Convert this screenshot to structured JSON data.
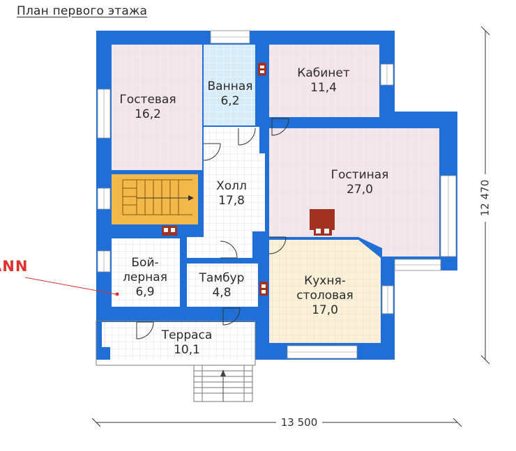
{
  "title": "План первого этажа",
  "brand": "ANN",
  "rooms": {
    "gostevaya": {
      "name": "Гостевая",
      "area": "16,2"
    },
    "vannaya": {
      "name": "Ванная",
      "area": "6,2"
    },
    "kabinet": {
      "name": "Кабинет",
      "area": "11,4"
    },
    "holl": {
      "name": "Холл",
      "area": "17,8"
    },
    "gostinaya": {
      "name": "Гостиная",
      "area": "27,0"
    },
    "boylernaya": {
      "name1": "Бой-",
      "name2": "лерная",
      "area": "6,9"
    },
    "tambur": {
      "name": "Тамбур",
      "area": "4,8"
    },
    "kuhnya": {
      "name1": "Кухня-",
      "name2": "столовая",
      "area": "17,0"
    },
    "terrasa": {
      "name": "Терраса",
      "area": "10,1"
    }
  },
  "dimensions": {
    "width": "13 500",
    "height": "12 470"
  },
  "colors": {
    "wall": "#1f6fd6",
    "room_pink": "#f2e4ea",
    "room_blue": "#d6ecf8",
    "room_kitchen": "#fbf1d8",
    "stairs": "#f3b84a",
    "grid": "#ffffff",
    "chimney": "#a3311f",
    "annotation": "#e0322c"
  }
}
